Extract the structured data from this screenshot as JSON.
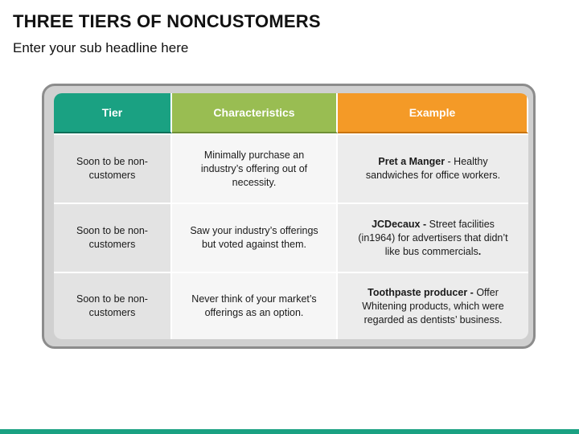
{
  "slide": {
    "title": "THREE TIERS OF NONCUSTOMERS",
    "subtitle": "Enter your sub headline here"
  },
  "table": {
    "headers": [
      "Tier",
      "Characteristics",
      "Example"
    ],
    "rows": [
      {
        "tier": "Soon to be non-customers",
        "characteristics": "Minimally purchase an industry’s offering out of necessity.",
        "example_bold": "Pret a Manger",
        "example_text": " - Healthy sandwiches for office workers."
      },
      {
        "tier": "Soon to be non-customers",
        "characteristics": "Saw your industry’s offerings but voted against them.",
        "example_bold": "JCDecaux -",
        "example_text": " Street facilities (in1964) for advertisers that didn’t like bus commercials",
        "example_tail_bold": "."
      },
      {
        "tier": "Soon to be non-customers",
        "characteristics": "Never think of your market’s offerings as an option.",
        "example_bold": "Toothpaste producer -",
        "example_text": " Offer Whitening products, which were regarded as dentists’ business."
      }
    ]
  },
  "colors": {
    "tier_header": "#1aa182",
    "characteristics_header": "#99bd52",
    "example_header": "#f49a27",
    "accent_bar": "#1aa182"
  }
}
